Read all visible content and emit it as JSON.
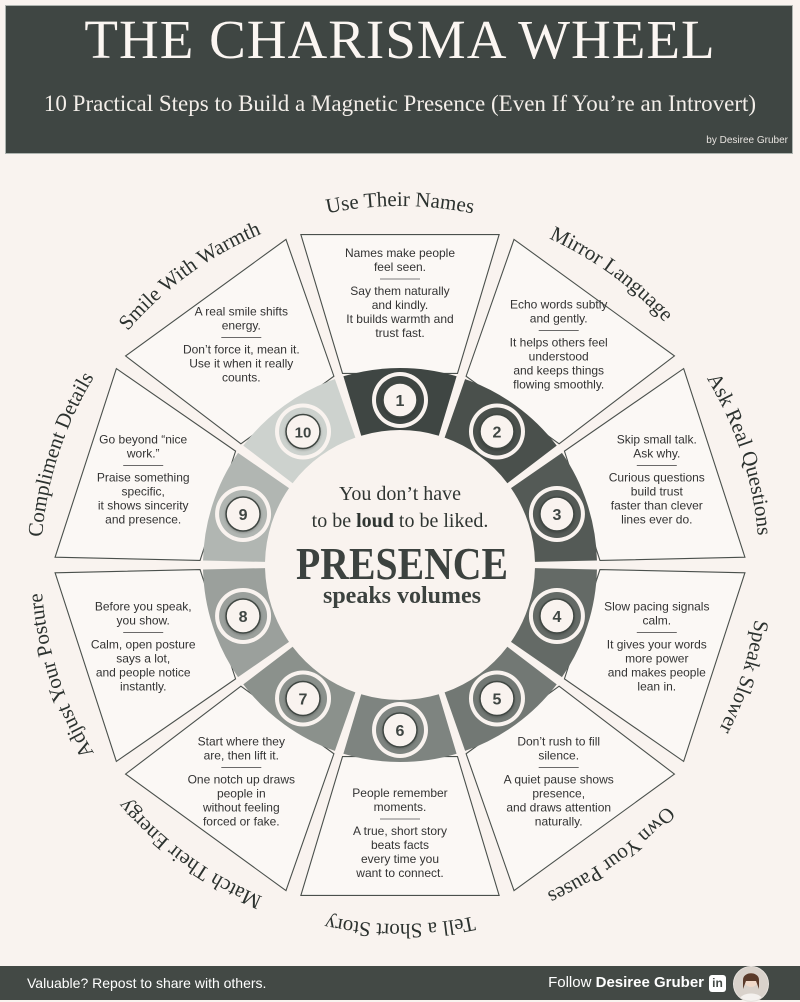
{
  "header": {
    "title": "THE CHARISMA WHEEL",
    "subtitle": "10 Practical Steps to Build a Magnetic Presence (Even If You’re an Introvert)",
    "byline": "by Desiree Gruber"
  },
  "center": {
    "line1": "You don’t have",
    "line2_pre": "to be ",
    "line2_bold": "loud",
    "line2_post": " to be liked.",
    "big": "PRESENCE",
    "sub": "speaks volumes"
  },
  "steps": [
    {
      "num": "1",
      "title": "Use Their Names",
      "text_a": [
        "Names make people",
        "feel seen."
      ],
      "text_b": [
        "Say them naturally",
        "and kindly.",
        "It builds warmth and",
        "trust fast."
      ],
      "color": "#3f4643"
    },
    {
      "num": "2",
      "title": "Mirror Language",
      "text_a": [
        "Echo words subtly",
        "and gently."
      ],
      "text_b": [
        "It helps others feel",
        "understood",
        "and keeps things",
        "flowing smoothly."
      ],
      "color": "#4a504c"
    },
    {
      "num": "3",
      "title": "Ask Real Questions",
      "text_a": [
        "Skip small talk.",
        "Ask why."
      ],
      "text_b": [
        "Curious questions",
        "build trust",
        "faster than clever",
        "lines ever do."
      ],
      "color": "#545a56"
    },
    {
      "num": "4",
      "title": "Speak Slower",
      "text_a": [
        "Slow pacing signals",
        "calm."
      ],
      "text_b": [
        "It gives your words",
        "more power",
        "and makes people",
        "lean in."
      ],
      "color": "#646a66"
    },
    {
      "num": "5",
      "title": "Own Your Pauses",
      "text_a": [
        "Don’t rush to fill",
        "silence."
      ],
      "text_b": [
        "A quiet pause shows",
        "presence,",
        "and draws attention",
        "naturally."
      ],
      "color": "#727874"
    },
    {
      "num": "6",
      "title": "Tell a Short Story",
      "text_a": [
        "People remember",
        "moments."
      ],
      "text_b": [
        "A true, short story",
        "beats facts",
        "every time you",
        "want to connect."
      ],
      "color": "#7e8480"
    },
    {
      "num": "7",
      "title": "Match Their Energy",
      "text_a": [
        "Start where they",
        "are, then lift it."
      ],
      "text_b": [
        "One notch up draws",
        "people in",
        "without feeling",
        "forced or fake."
      ],
      "color": "#8b918c"
    },
    {
      "num": "8",
      "title": "Adjust Your Posture",
      "text_a": [
        "Before you speak,",
        "you show."
      ],
      "text_b": [
        "Calm, open posture",
        "says a lot,",
        "and people notice",
        "instantly."
      ],
      "color": "#9ba09c"
    },
    {
      "num": "9",
      "title": "Compliment Details",
      "text_a": [
        "Go beyond “nice",
        "work.”"
      ],
      "text_b": [
        "Praise something",
        "specific,",
        "it shows sincerity",
        "and presence."
      ],
      "color": "#b1b6b2"
    },
    {
      "num": "10",
      "title": "Smile With Warmth",
      "text_a": [
        "A real smile shifts",
        "energy."
      ],
      "text_b": [
        "Don’t force it, mean it.",
        "Use it when it really",
        "counts."
      ],
      "color": "#cdd2ce"
    }
  ],
  "footer": {
    "cta": "Valuable? Repost to share with others.",
    "follow_pre": "Follow ",
    "follow_name": "Desiree Gruber",
    "linkedin_icon": "linkedin-icon",
    "avatar": "author-avatar"
  }
}
